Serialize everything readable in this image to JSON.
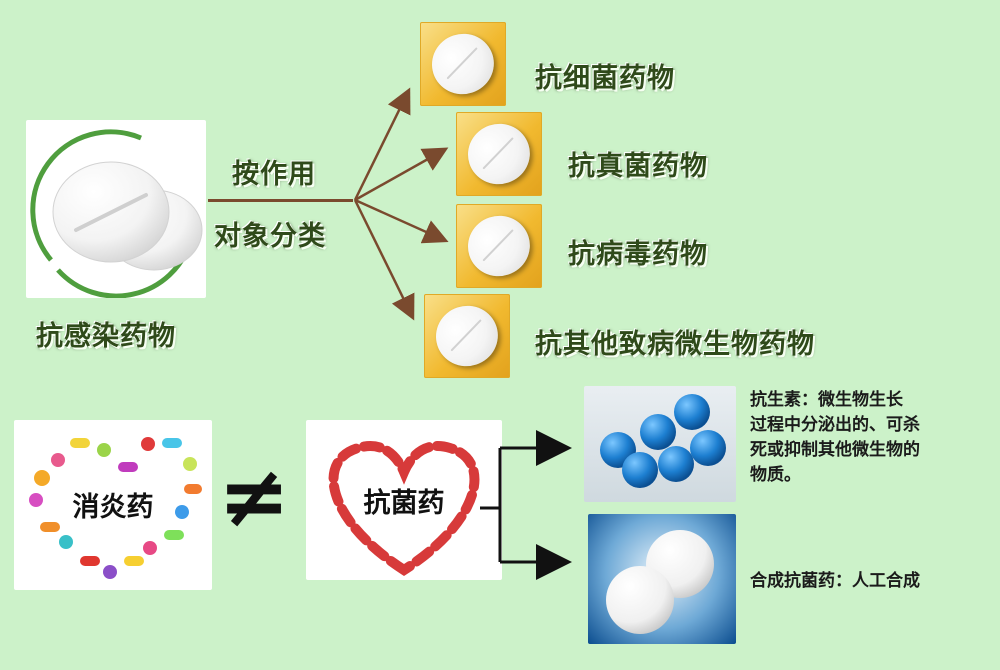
{
  "top": {
    "main_label": "抗感染药物",
    "classify_line1": "按作用",
    "classify_line2": "对象分类",
    "categories": [
      {
        "label": "抗细菌药物"
      },
      {
        "label": "抗真菌药物"
      },
      {
        "label": "抗病毒药物"
      },
      {
        "label": "抗其他致病微生物药物"
      }
    ]
  },
  "bottom": {
    "left_label": "消炎药",
    "not_equal": "≠",
    "center_label": "抗菌药",
    "antibiotic_text_lines": [
      "抗生素：微生物生长",
      "过程中分泌出的、可杀",
      "死或抑制其他微生物的",
      "物质。"
    ],
    "synthetic_text": "合成抗菌药：人工合成"
  },
  "colors": {
    "background": "#ccf2c9",
    "arrow": "#7a4a2e",
    "thumb_gold": "#f1b92f",
    "blue_pill": "#1d7fd1"
  },
  "icons": [
    "pill-icon",
    "heart-pills-icon",
    "blue-pills-icon",
    "white-pills-icon",
    "arrow-icon"
  ]
}
